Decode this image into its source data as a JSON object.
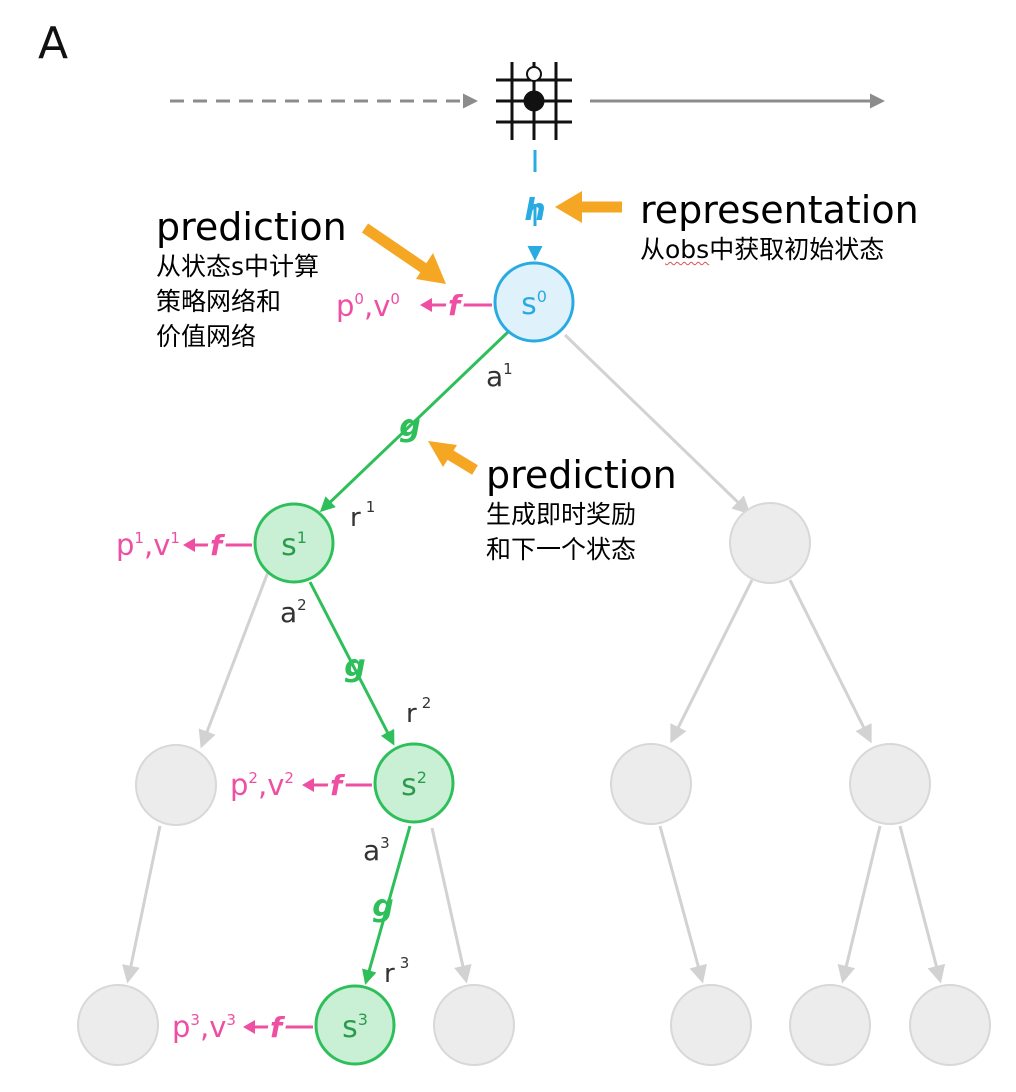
{
  "panel_label": "A",
  "functions": {
    "representation": "h",
    "prediction": "f",
    "dynamics": "g"
  },
  "states": [
    {
      "label": "s",
      "sup": "0",
      "policy": "p",
      "policy_sup": "0",
      "value": "v",
      "value_sup": "0",
      "color": "#29abe2"
    },
    {
      "label": "s",
      "sup": "1",
      "policy": "p",
      "policy_sup": "1",
      "value": "v",
      "value_sup": "1",
      "color": "#2fbf5a"
    },
    {
      "label": "s",
      "sup": "2",
      "policy": "p",
      "policy_sup": "2",
      "value": "v",
      "value_sup": "2",
      "color": "#2fbf5a"
    },
    {
      "label": "s",
      "sup": "3",
      "policy": "p",
      "policy_sup": "3",
      "value": "v",
      "value_sup": "3",
      "color": "#2fbf5a"
    }
  ],
  "actions": [
    {
      "label": "a",
      "sup": "1"
    },
    {
      "label": "a",
      "sup": "2"
    },
    {
      "label": "a",
      "sup": "3"
    }
  ],
  "rewards": [
    {
      "label": "r",
      "sup": "1"
    },
    {
      "label": "r",
      "sup": "2"
    },
    {
      "label": "r",
      "sup": "3"
    }
  ],
  "annotations": {
    "representation": {
      "title": "representation",
      "desc_prefix": "从",
      "desc_underlined": "obs",
      "desc_suffix": "中获取初始状态"
    },
    "prediction_f": {
      "title": "prediction",
      "desc": "从状态s中计算\n策略网络和\n价值网络"
    },
    "prediction_g": {
      "title": "prediction",
      "desc": "生成即时奖励\n和下一个状态"
    }
  },
  "colors": {
    "pink": "#ee4fa3",
    "green": "#2fbf5a",
    "blue": "#29abe2",
    "orange": "#f5a623",
    "gray_node": "#ececec",
    "gray_edge": "#d2d2d2"
  }
}
